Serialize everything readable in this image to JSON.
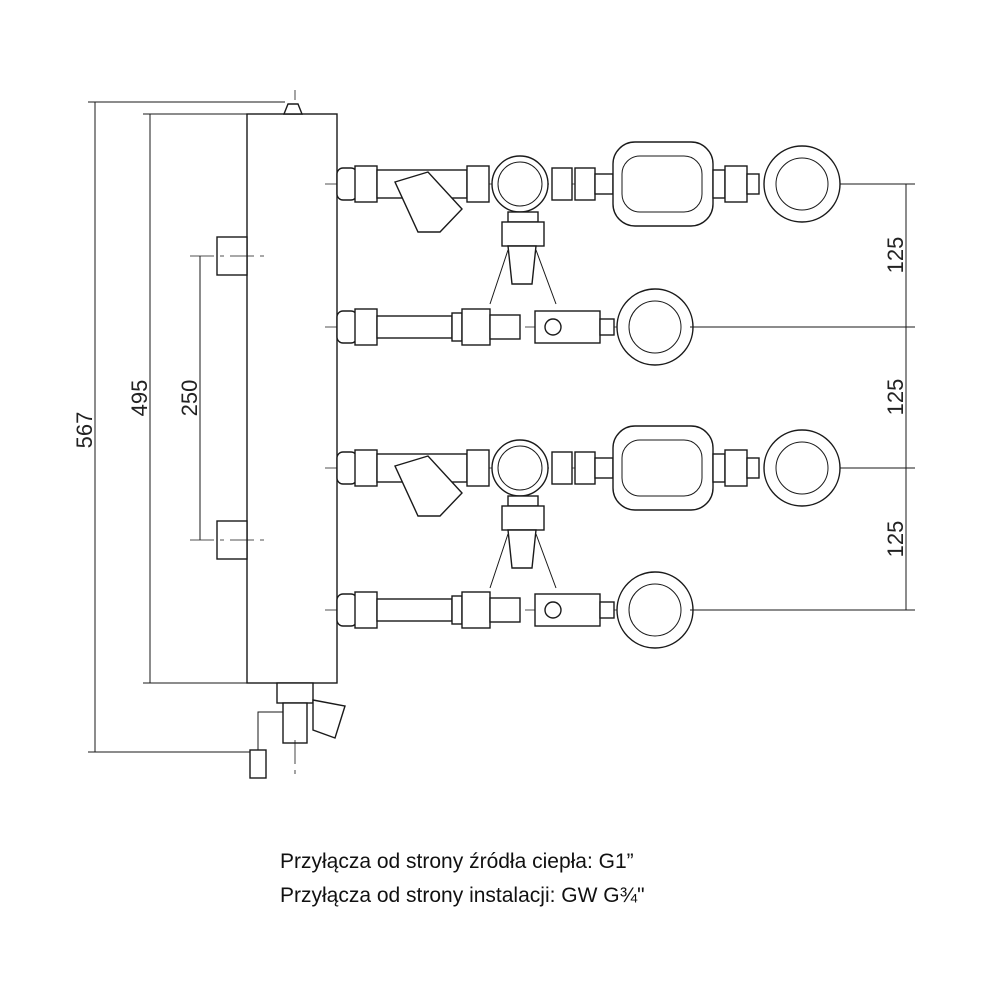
{
  "dimensions": {
    "total_height": "567",
    "body_height": "495",
    "source_spacing": "250",
    "spacing_1": "125",
    "spacing_2": "125",
    "spacing_3": "125"
  },
  "caption": {
    "line1": "Przyłącza od strony źródła ciepła: G1”",
    "line2": "Przyłącza od strony instalacji: GW G¾\""
  }
}
